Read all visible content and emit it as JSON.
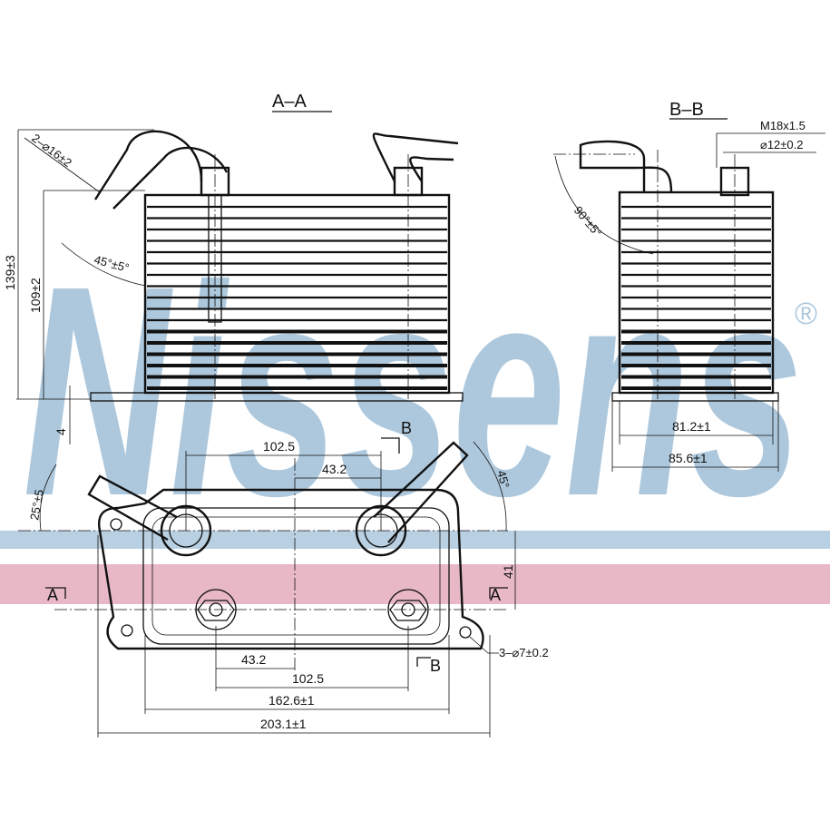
{
  "watermark": {
    "brand": "Nissens",
    "registered": "®",
    "blue": "#a9c6dc",
    "pink": "#e6b3c2"
  },
  "views": {
    "section_aa": {
      "title": "A–A",
      "pipe_dia": "2–⌀16±2",
      "angle": "45°±5°",
      "height_total": "139±3",
      "height_body": "109±2",
      "base": "4"
    },
    "section_bb": {
      "title": "B–B",
      "thread": "M18x1.5",
      "bore": "⌀12±0.2",
      "angle": "90°±5°",
      "width_inner": "81.2±1",
      "width_outer": "85.6±1"
    },
    "plan": {
      "top_dim_1": "102.5",
      "top_dim_2": "43.2",
      "bottom_dim_1": "43.2",
      "bottom_dim_2": "102.5",
      "width_inner": "162.6±1",
      "width_outer": "203.1±1",
      "height": "41",
      "angle_left": "25°±5",
      "angle_right": "45°",
      "holes": "3–⌀7±0.2",
      "section_a_left": "A",
      "section_a_right": "A",
      "section_b_top": "B",
      "section_b_bottom": "B"
    }
  }
}
